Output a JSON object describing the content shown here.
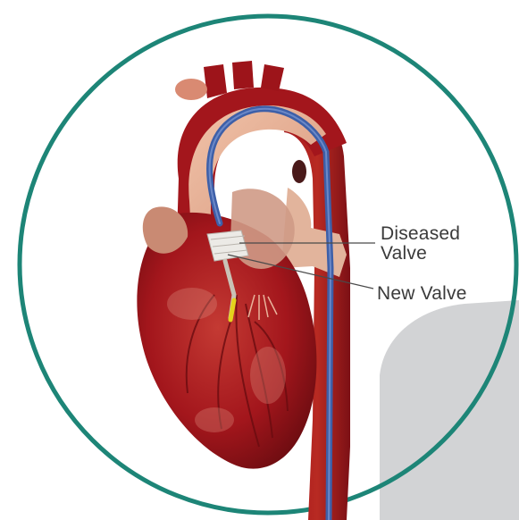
{
  "labels": {
    "diseased_valve": [
      "Diseased",
      "Valve"
    ],
    "new_valve": "New Valve"
  },
  "colors": {
    "frame_ring": "#1d8577",
    "backdrop_gray": "#d2d3d5",
    "heart_red": "#a3161c",
    "heart_dark": "#6a0c10",
    "aorta_skin": "#e7b196",
    "catheter_blue": "#3d5fa8",
    "valve_white": "#eceae6",
    "catheter_tip": "#e5d21d",
    "leader_line": "#4a4a4a"
  }
}
